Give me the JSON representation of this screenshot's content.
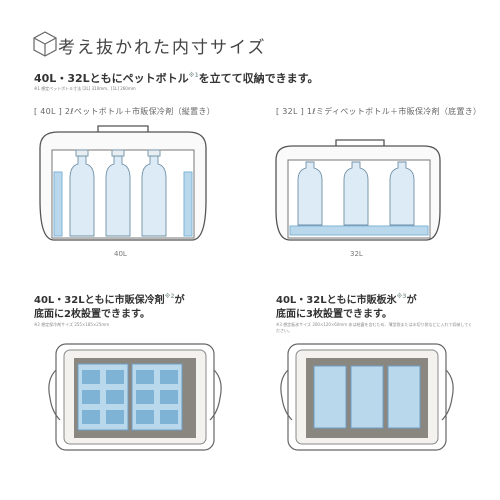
{
  "header": {
    "title": "考え抜かれた内寸サイズ",
    "icon": "cube-icon"
  },
  "section1": {
    "headline": "40L・32Lともにペットボトル",
    "headline_note": "※1",
    "headline_end": "を立てて収納できます。",
    "footnote": "※1 想定ペットボトル寸法 [2L] 310mm、[1L] 260mm"
  },
  "panel_40l": {
    "label": "[ 40L ]  2ℓペットボトル＋市販保冷剤（縦置き）",
    "caption": "40L"
  },
  "panel_32l": {
    "label": "[ 32L ]  1ℓミディペットボトル＋市販保冷剤（底置き）",
    "caption": "32L"
  },
  "section2_left": {
    "line1": "40L・32Lともに市販保冷剤",
    "note": "※2",
    "line1_end": "が",
    "line2": "底面に2枚設置できます。",
    "footnote": "※2 想定保冷剤サイズ 255×185×25mm"
  },
  "section2_right": {
    "line1": "40L・32Lともに市販板氷",
    "note": "※3",
    "line1_end": "が",
    "line2": "底面に3枚設置できます。",
    "footnote": "※3 想定板氷サイズ 200×120×60mm 氷は結露を含むため、薄型袋または水切り袋などに入れて収納してください。"
  },
  "colors": {
    "ice_blue": "#b9d8ec",
    "ice_dark": "#7fb3d6",
    "cooler_outline": "#555555",
    "cooler_inner": "#8a8680"
  }
}
